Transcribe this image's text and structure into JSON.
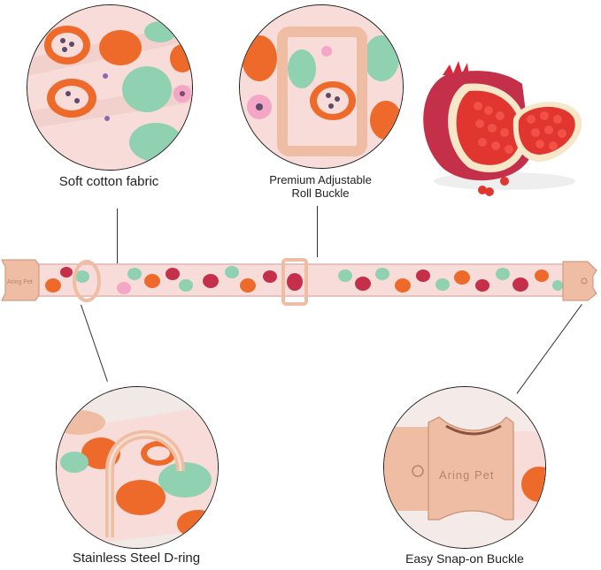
{
  "brand_engraving": "Aring Pet",
  "callouts": [
    {
      "id": "fabric",
      "label": "Soft cotton fabric"
    },
    {
      "id": "roll-buckle",
      "label_line1": "Premium Adjustable",
      "label_line2": "Roll Buckle"
    },
    {
      "id": "d-ring",
      "label": "Stainless Steel D-ring"
    },
    {
      "id": "snap-buckle",
      "label": "Easy Snap-on Buckle"
    }
  ],
  "colors": {
    "fabric_pink": "#f7d9d6",
    "pomegranate_orange": "#ee6a2a",
    "apple_mint": "#8fd1b0",
    "flower_pink": "#f4a6c6",
    "rose_gold": "#eebda4",
    "rose_gold_dark": "#c98f73",
    "pomegranate_red": "#d8283a"
  }
}
